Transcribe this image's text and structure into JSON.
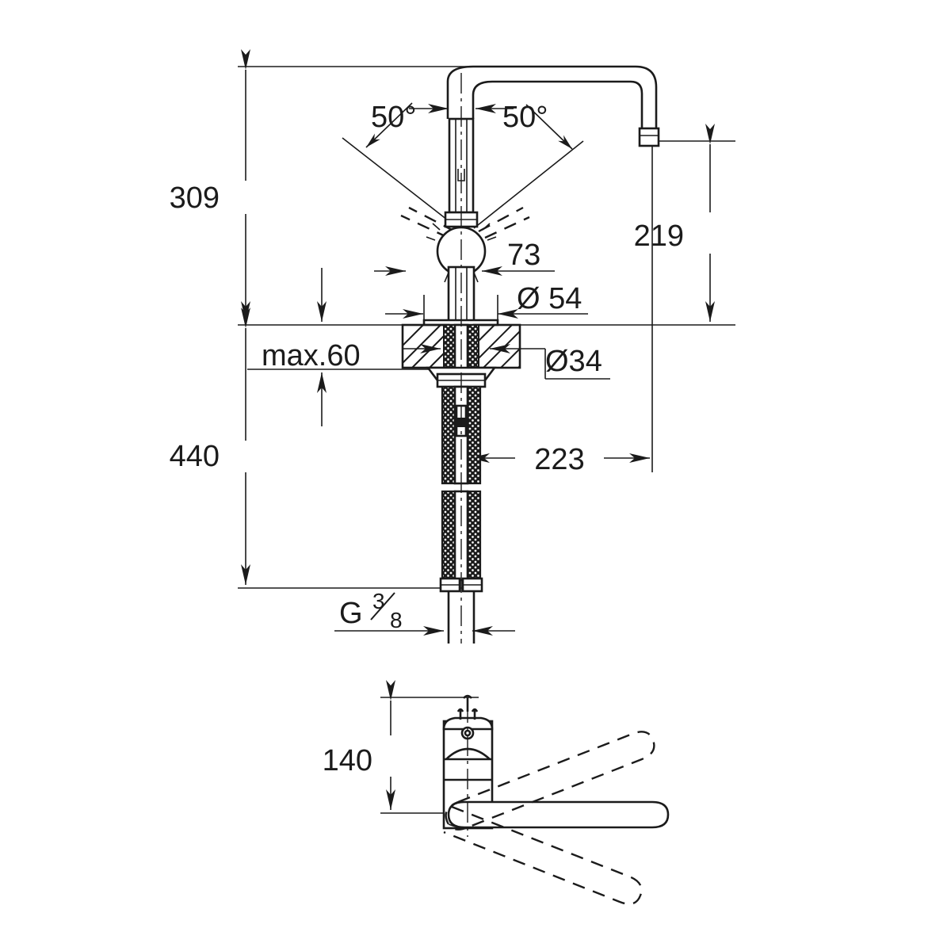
{
  "drawing": {
    "title": "Kitchen mixer tap dimensional drawing",
    "units": "mm",
    "line_color": "#1b1b1b",
    "background_color": "#ffffff",
    "views": [
      {
        "name": "front-elevation-view",
        "label": ""
      },
      {
        "name": "top-plan-view",
        "label": ""
      }
    ]
  },
  "dimensions": {
    "total_height_above_deck": "309",
    "spout_height": "219",
    "spout_reach": "73",
    "base_diameter": "Ø 54",
    "mounting_hole_diameter": "Ø34",
    "max_deck_thickness": "max.60",
    "hose_length_below_deck": "440",
    "hose_extent": "223",
    "connection_thread_letter": "G",
    "connection_thread_numerator": "3",
    "connection_thread_denominator": "8",
    "swivel_angle_left": "50°",
    "swivel_angle_right": "50°",
    "lever_length_plan": "140"
  }
}
